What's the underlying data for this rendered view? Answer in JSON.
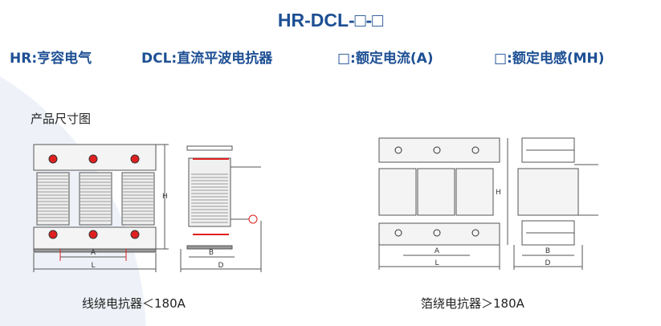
{
  "title": "HR-DCL-□-□",
  "legend": [
    {
      "label": "HR:亨容电气"
    },
    {
      "label": "DCL:直流平波电抗器"
    },
    {
      "label": "□:额定电流(A)"
    },
    {
      "label": "□:额定电感(MH)"
    }
  ],
  "section_title": "产品尺寸图",
  "drawings": [
    {
      "caption": "线绕电抗器＜180A",
      "dims": {
        "front_a": "A",
        "front_l": "L",
        "height": "H",
        "side_b": "B",
        "side_d": "D"
      }
    },
    {
      "caption": "箔绕电抗器＞180A",
      "dims": {
        "front_a": "A",
        "front_l": "L",
        "height": "H",
        "side_b": "B",
        "side_d": "D"
      }
    }
  ],
  "colors": {
    "brand": "#1d4f94",
    "bolt": "#e02020",
    "bg_circle": "#eef2f8"
  }
}
